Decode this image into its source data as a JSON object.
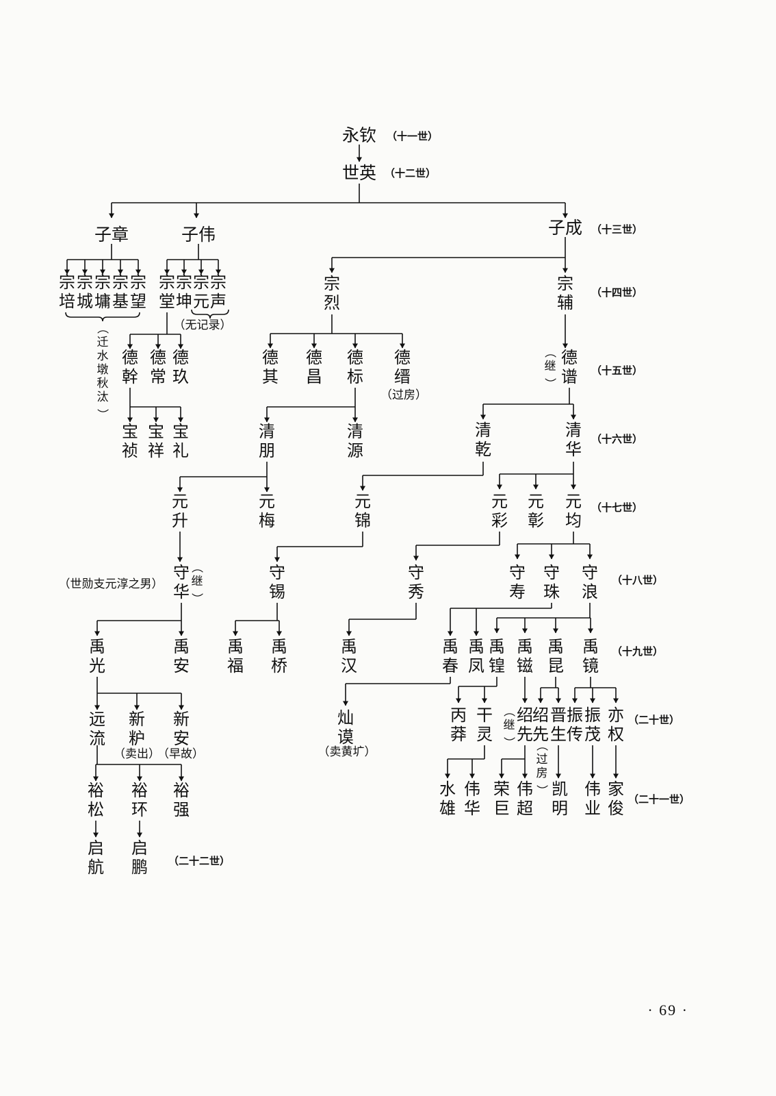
{
  "gen_labels": {
    "g11": "（十一世）",
    "g12": "（十二世）",
    "g13": "（十三世）",
    "g14": "（十四世）",
    "g15": "（十五世）",
    "g16": "（十六世）",
    "g17": "（十七世）",
    "g18": "（十八世）",
    "g19": "（十九世）",
    "g20": "（二十世）",
    "g21": "（二十一世）",
    "g22": "（二十二世）"
  },
  "notes": {
    "wujilu": "（无记录）",
    "qianshui": "（迁水墩秋汰）",
    "ji": "（继）",
    "guofang": "（过房）",
    "shixun": "（世勋支元淳之男）",
    "maichu": "（卖出）",
    "zaogu": "（早故）",
    "maihuang": "（卖黄圹）"
  },
  "persons": {
    "yongqin": "永钦",
    "shiying": "世英",
    "zizhang": "子章",
    "ziwei": "子伟",
    "zicheng": "子成",
    "zongpei": "宗培",
    "zongcheng": "宗城",
    "zongyong": "宗墉",
    "zongji": "宗基",
    "zongwang": "宗望",
    "zongtang": "宗堂",
    "zongkun": "宗坤",
    "zongyuan": "宗元",
    "zongsheng": "宗声",
    "zonglie": "宗烈",
    "zongfu": "宗辅",
    "degan": "德幹",
    "dechang": "德常",
    "dejiu": "德玖",
    "deqi": "德其",
    "dechang2": "德昌",
    "debiao": "德标",
    "dejin": "德缙",
    "depu": "德谱",
    "baozhen": "宝祯",
    "baoxiang": "宝祥",
    "baoli": "宝礼",
    "qingpeng": "清朋",
    "qingyuan": "清源",
    "qingqian": "清乾",
    "qinghua": "清华",
    "yuansheng": "元升",
    "yuanmei": "元梅",
    "yuanjin": "元锦",
    "yuancai": "元彩",
    "yuanzhang": "元彰",
    "yuanjun": "元均",
    "shouhua": "守华",
    "shouxi": "守锡",
    "shouxiu": "守秀",
    "shoushou": "守寿",
    "shouzhu": "守珠",
    "shoulang": "守浪",
    "yuguang": "禹光",
    "yuan_an": "禹安",
    "yufu": "禹福",
    "yuqiao": "禹桥",
    "yuhan": "禹汉",
    "yuchun": "禹春",
    "yufeng": "禹凤",
    "yuhuang": "禹锽",
    "yulan": "禹镃",
    "yukun": "禹昆",
    "yujing": "禹镜",
    "yuanliu": "远流",
    "xinfu": "新粐",
    "xinan": "新安",
    "canmo": "灿谟",
    "bingmang": "丙莽",
    "ganling": "干灵",
    "shaoxian1": "绍先",
    "shaoxian2": "绍先",
    "jinsheng": "晋生",
    "zhenchuan": "振传",
    "zhenmao": "振茂",
    "yiquan": "亦权",
    "yusong": "裕松",
    "yuhuan": "裕环",
    "yuqiang": "裕强",
    "shuixiong": "水雄",
    "weihua": "伟华",
    "rongju": "荣巨",
    "weichao": "伟超",
    "kaiming": "凯明",
    "weiye": "伟业",
    "jiajun": "家俊",
    "qihang": "启航",
    "qipeng": "启鹏"
  },
  "page_number": "· 69 ·"
}
